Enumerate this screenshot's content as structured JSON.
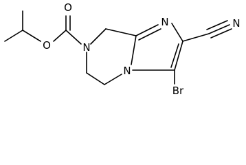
{
  "molecule": {
    "atoms": {
      "o_ether": "O",
      "o_carbonyl": "O",
      "n_piperazine": "N",
      "n_imidazole": "N",
      "n_bridge": "N",
      "n_nitrile": "N",
      "br": "Br"
    }
  }
}
